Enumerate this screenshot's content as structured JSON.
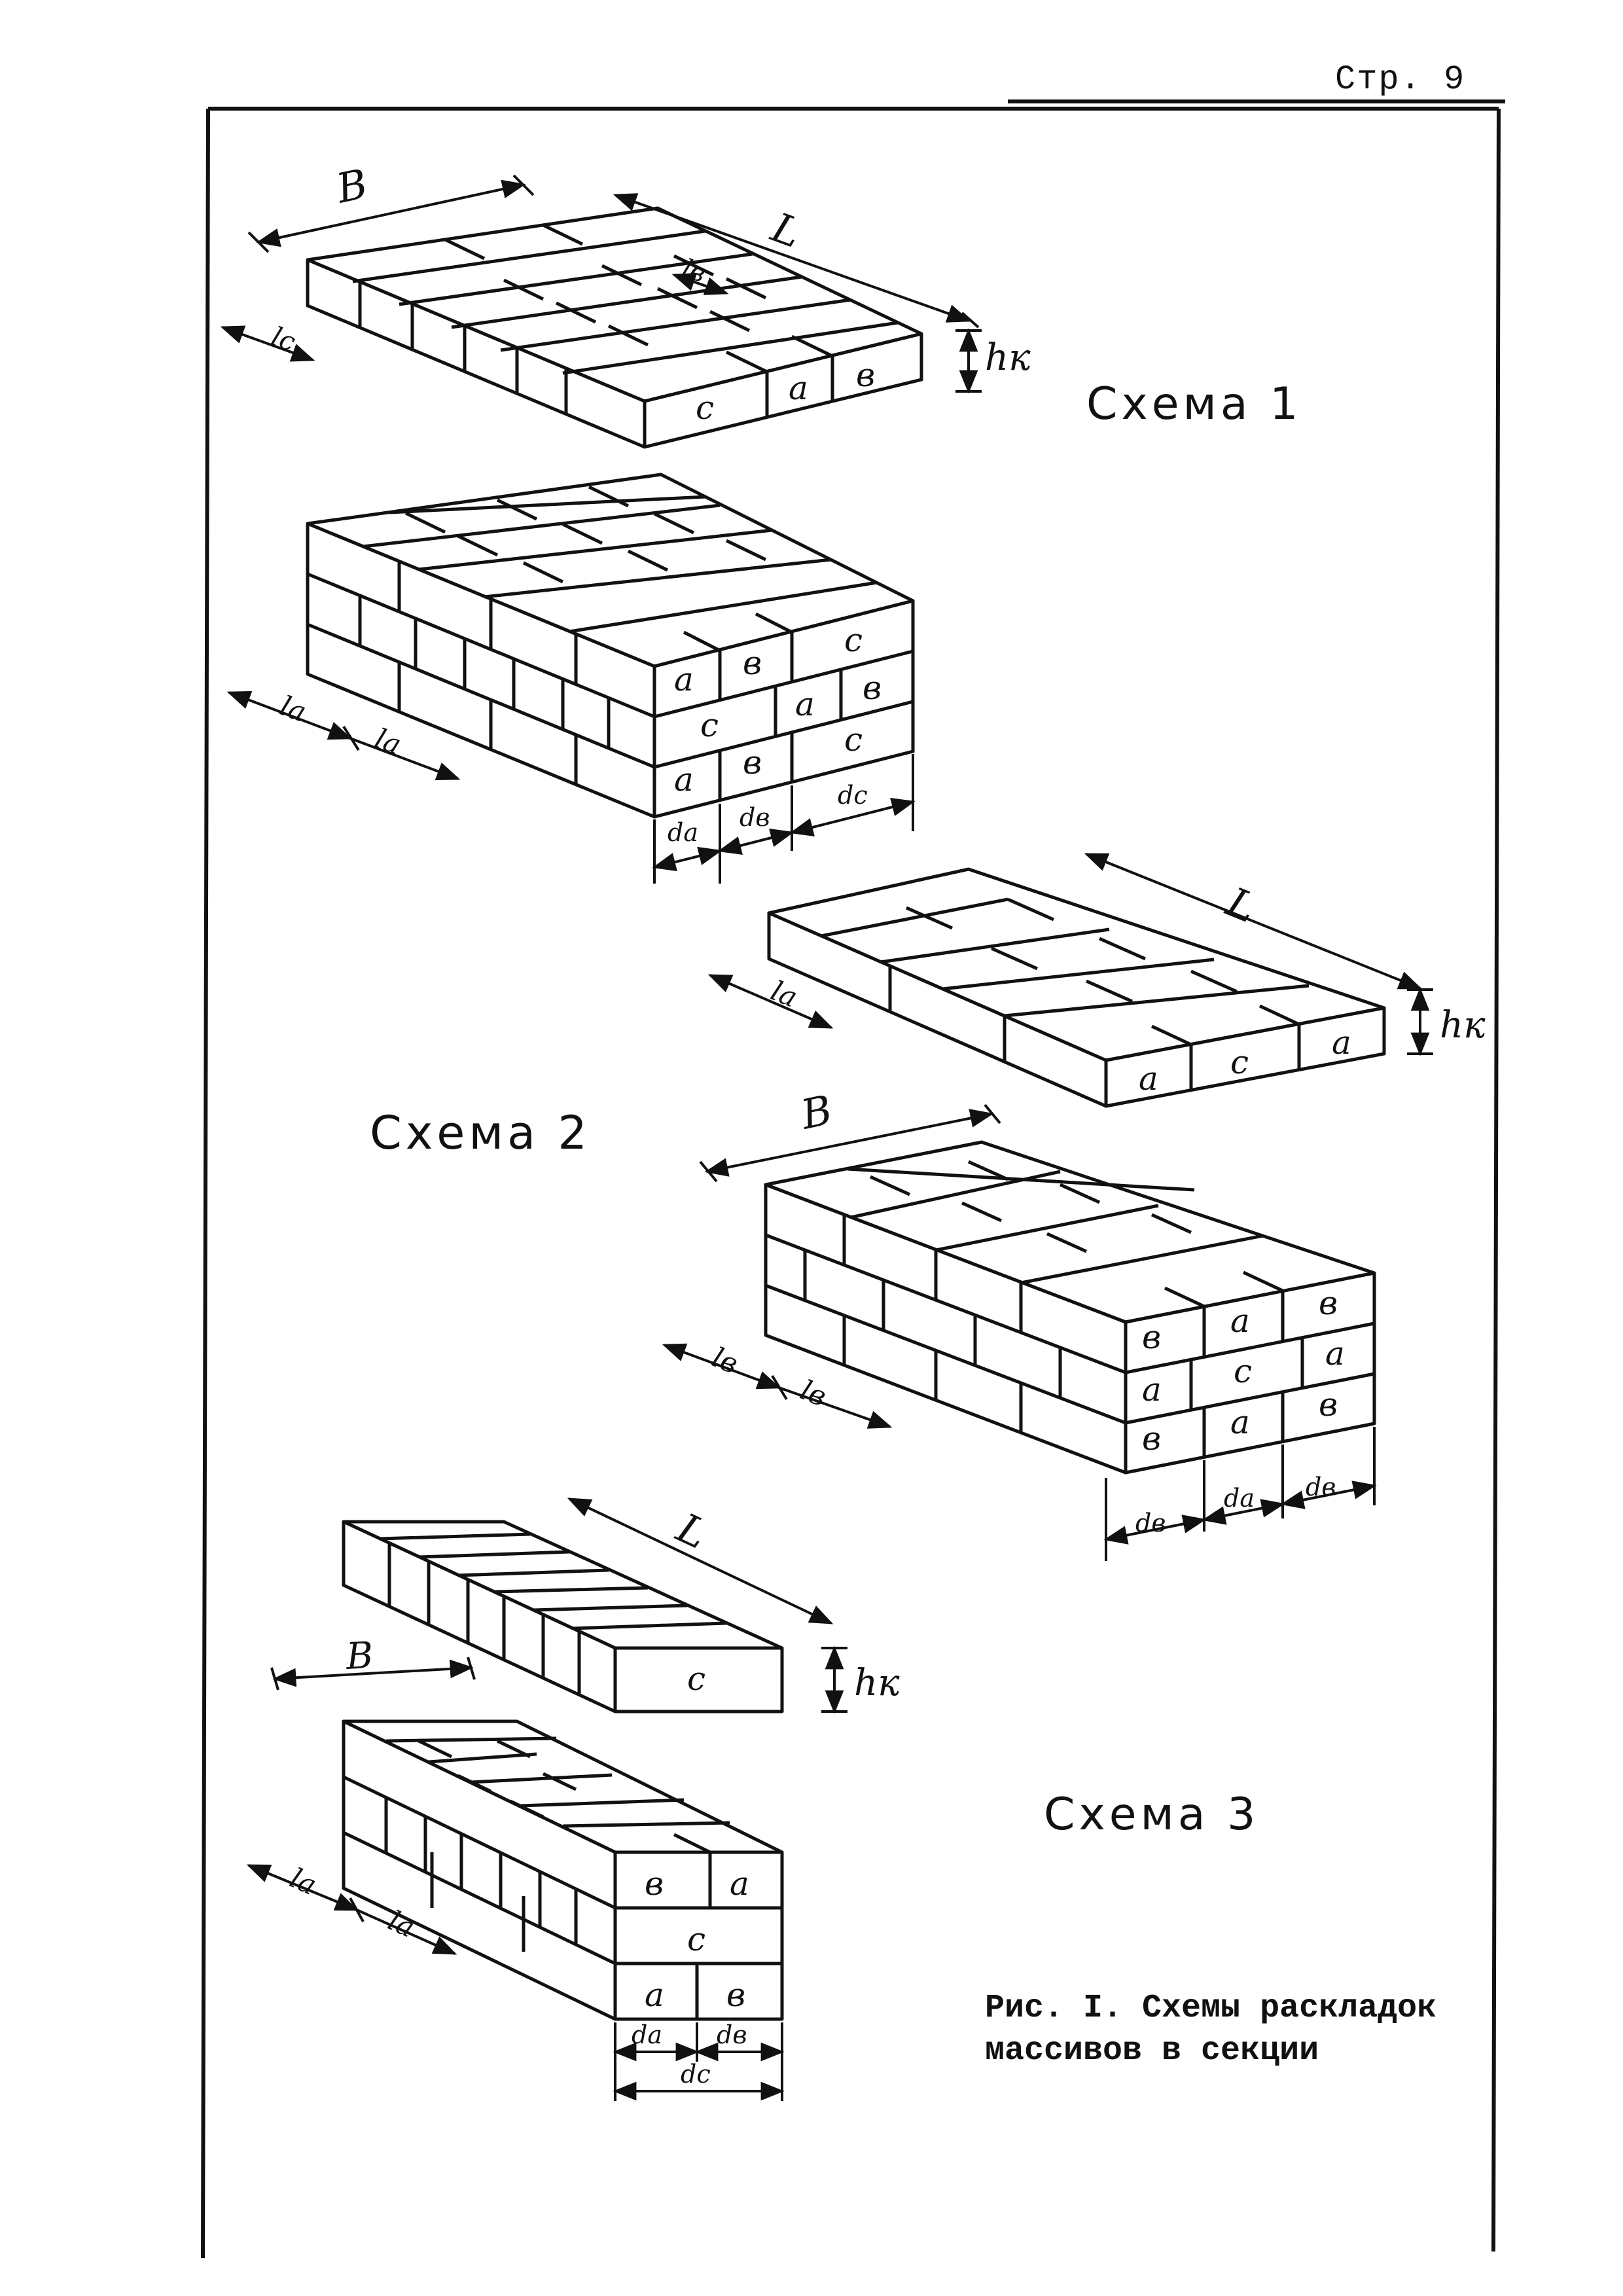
{
  "page": {
    "number_label": "Стр. 9"
  },
  "figure": {
    "caption_line1": "Рис. I. Схемы раскладок",
    "caption_line2": "массивов в секции"
  },
  "schemes": {
    "scheme1": {
      "title": "Схема 1",
      "labels": {
        "B": "B",
        "L": "L",
        "hk": "hк",
        "lc": "lc",
        "lb": "lв"
      },
      "front_cells": [
        "c",
        "a",
        "в"
      ]
    },
    "scheme2": {
      "title": "Схема 2",
      "blockA": {
        "front_rows": [
          [
            "a",
            "в",
            "c"
          ],
          [
            "c",
            "a",
            "в"
          ],
          [
            "a",
            "в",
            "c"
          ]
        ],
        "side_labels": [
          "la",
          "la"
        ],
        "dim_labels": [
          "da",
          "dв",
          "dc"
        ]
      },
      "blockB": {
        "labels": {
          "L": "L",
          "hk": "hк",
          "la": "la"
        },
        "front_cells": [
          "a",
          "c",
          "a"
        ]
      },
      "blockC": {
        "labels": {
          "B": "B"
        },
        "front_rows": [
          [
            "в",
            "a",
            "в"
          ],
          [
            "a",
            "c",
            "a"
          ],
          [
            "в",
            "a",
            "в"
          ]
        ],
        "side_labels": [
          "lв",
          "lв"
        ],
        "dim_labels": [
          "dв",
          "da",
          "dв"
        ]
      }
    },
    "scheme3": {
      "title": "Схема 3",
      "slab": {
        "labels": {
          "L": "L",
          "hk": "hк",
          "B": "B"
        },
        "front_cells": [
          "c"
        ]
      },
      "block": {
        "front_rows": [
          [
            "в",
            "a"
          ],
          [
            "c"
          ],
          [
            "a",
            "в"
          ]
        ],
        "side_labels": [
          "la",
          "la"
        ],
        "dim_labels": [
          "da",
          "dв",
          "dc"
        ]
      }
    }
  }
}
